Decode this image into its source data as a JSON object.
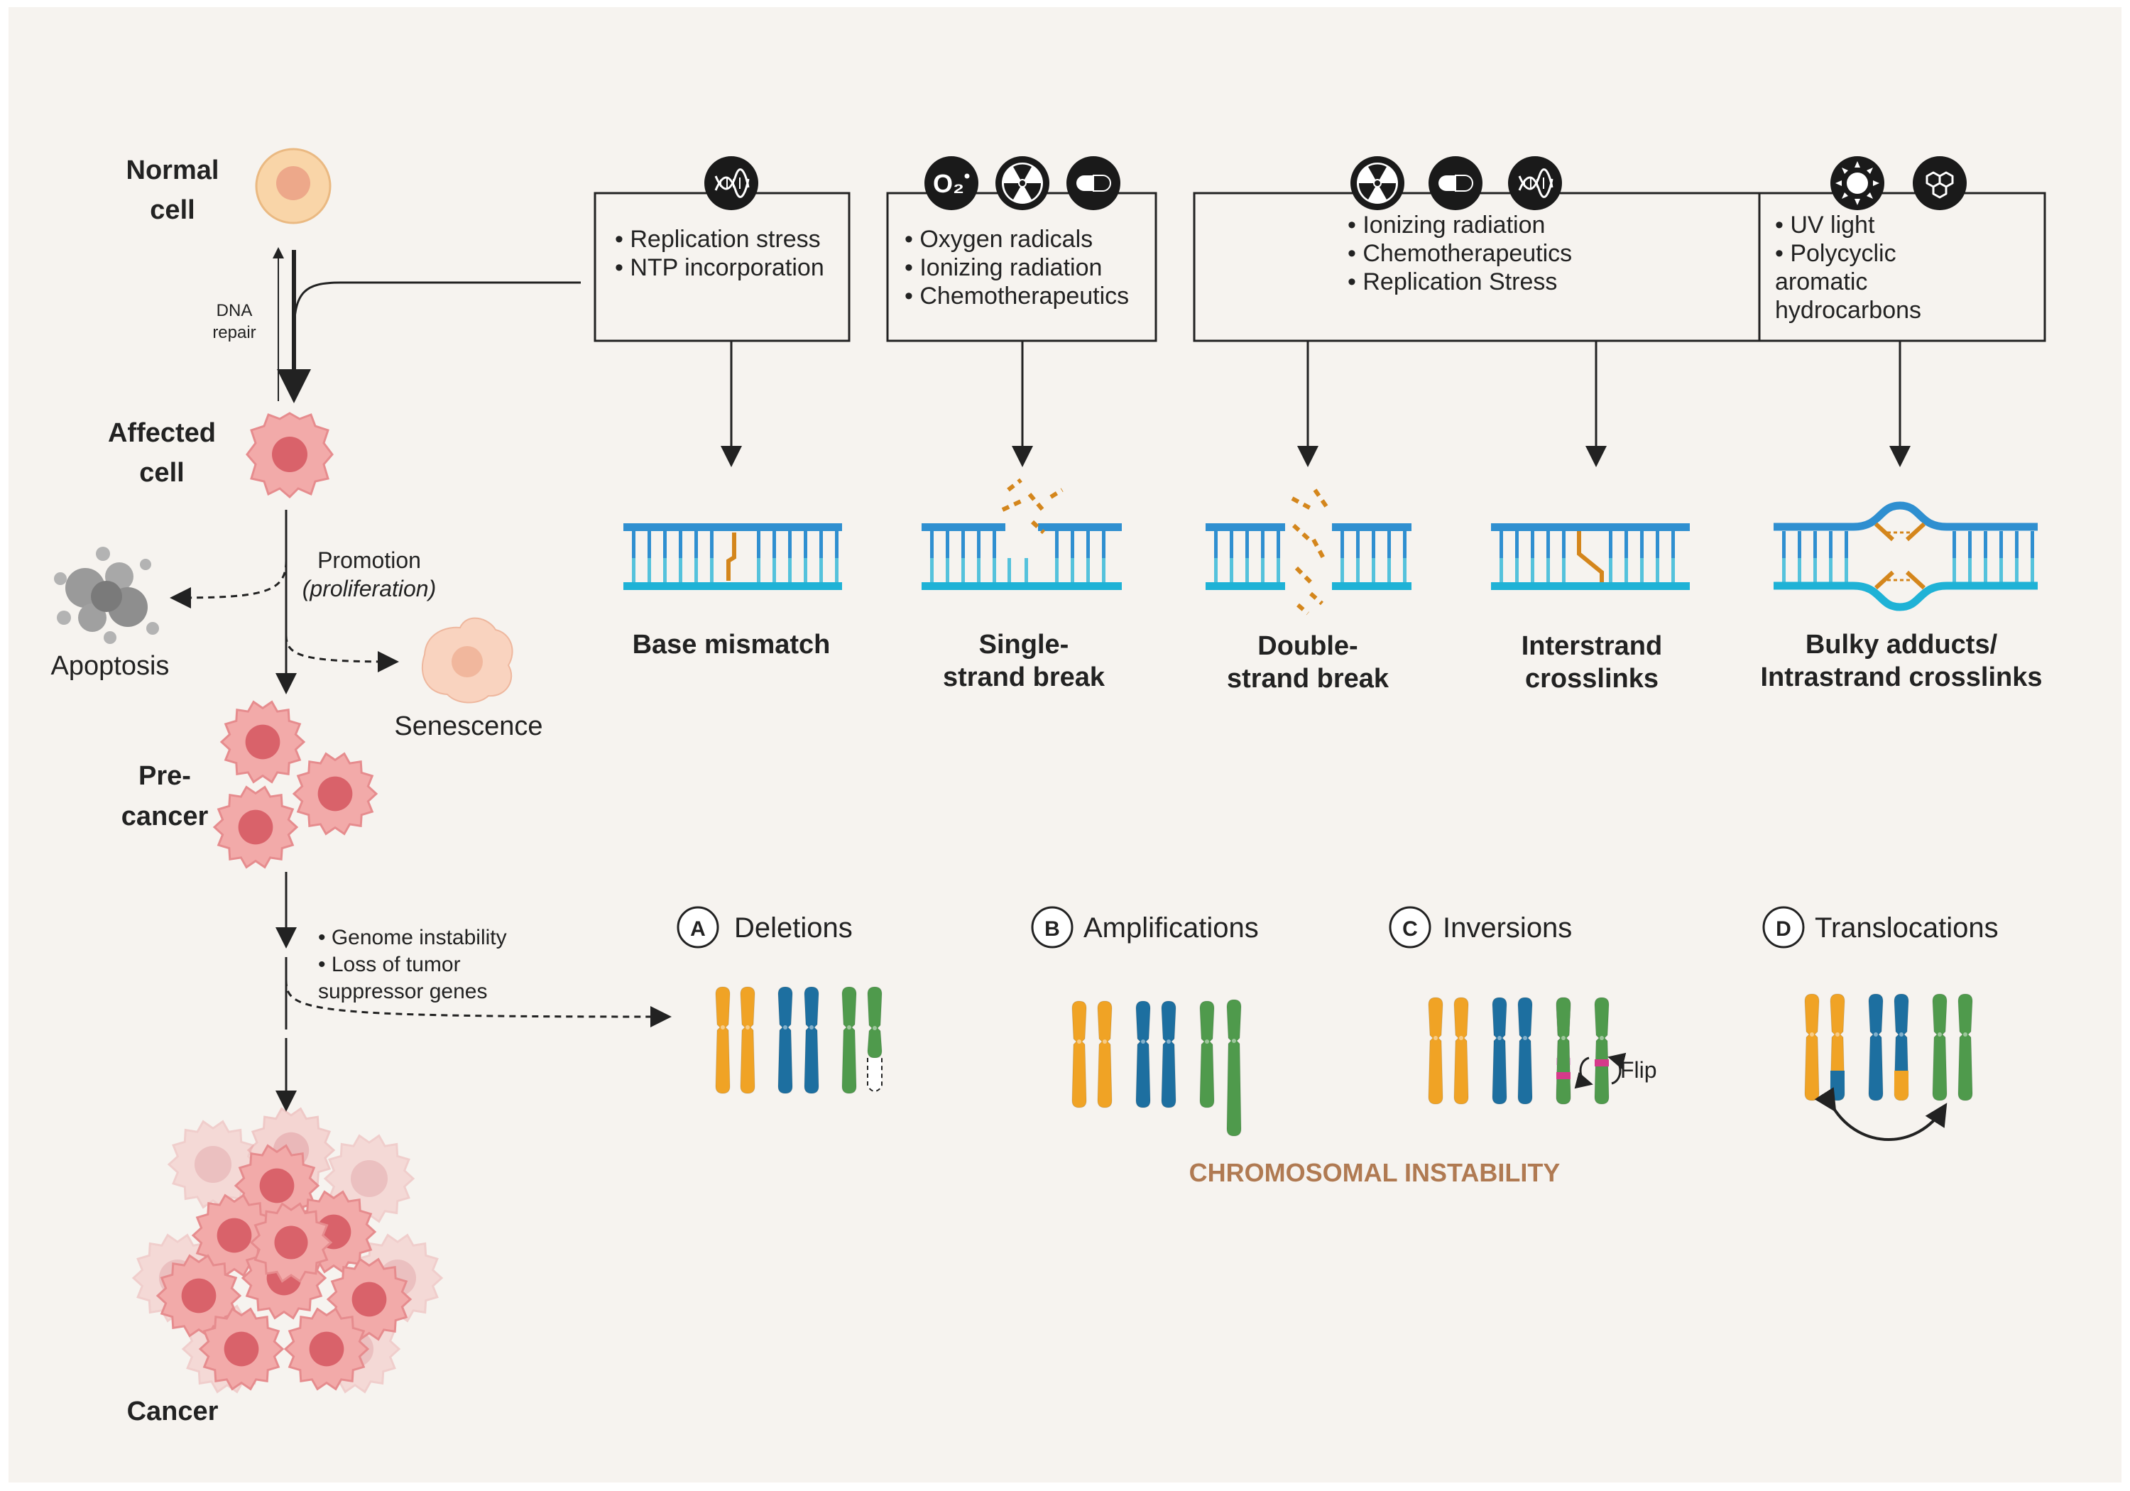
{
  "stages": {
    "normal": [
      "Normal",
      "cell"
    ],
    "affected": [
      "Affected",
      "cell"
    ],
    "precancer": [
      "Pre-",
      "cancer"
    ],
    "cancer": "Cancer"
  },
  "dna_repair": [
    "DNA",
    "repair"
  ],
  "promotion": [
    "Promotion",
    "(proliferation)"
  ],
  "apoptosis": "Apoptosis",
  "senescence": "Senescence",
  "instability_bullets": [
    "• Genome instability",
    "• Loss of tumor",
    "suppressor genes"
  ],
  "source_boxes": [
    {
      "icons": [
        "dna-icon"
      ],
      "lines": [
        "• Replication stress",
        "• NTP incorporation"
      ]
    },
    {
      "icons": [
        "oxygen-radical-icon",
        "radiation-icon",
        "pill-icon"
      ],
      "icon_text": "O₂",
      "lines": [
        "• Oxygen radicals",
        "• Ionizing radiation",
        "• Chemotherapeutics"
      ]
    },
    {
      "icons": [
        "radiation-icon",
        "pill-icon",
        "dna-icon"
      ],
      "lines": [
        "• Ionizing radiation",
        "• Chemotherapeutics",
        "• Replication Stress"
      ]
    },
    {
      "icons": [
        "uv-light-icon",
        "hydrocarbon-icon"
      ],
      "lines": [
        "• UV light",
        "• Polycyclic",
        "aromatic",
        "hydrocarbons"
      ]
    }
  ],
  "damage_types": [
    [
      "Base mismatch"
    ],
    [
      "Single-",
      "strand break"
    ],
    [
      "Double-",
      "strand break"
    ],
    [
      "Interstrand",
      "crosslinks"
    ],
    [
      "Bulky adducts/",
      "Intrastrand crosslinks"
    ]
  ],
  "chromosomal": [
    {
      "letter": "A",
      "label": "Deletions"
    },
    {
      "letter": "B",
      "label": "Amplifications"
    },
    {
      "letter": "C",
      "label": "Inversions"
    },
    {
      "letter": "D",
      "label": "Translocations"
    }
  ],
  "flip_label": "Flip",
  "chromosomal_title": "CHROMOSOMAL INSTABILITY",
  "colors": {
    "strand_dark": "#2f8fd0",
    "strand_light": "#1fb2d6",
    "damage": "#d4861c",
    "orange_chrom": "#f0a325",
    "blue_chrom": "#1d6fa0",
    "green_chrom": "#4f9a4c",
    "pink_band": "#d63a8a",
    "title_brown": "#b07a52"
  }
}
